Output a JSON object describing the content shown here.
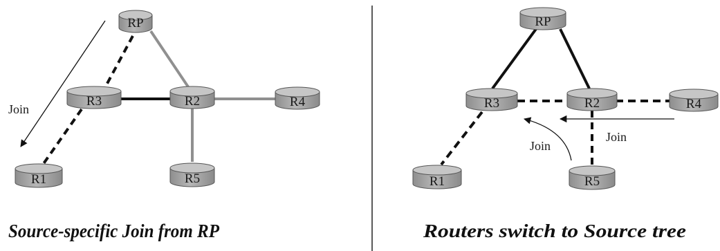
{
  "left_diagram": {
    "caption": "Source-specific Join from RP",
    "join_label": "Join",
    "nodes": {
      "rp": "RP",
      "r1": "R1",
      "r2": "R2",
      "r3": "R3",
      "r4": "R4",
      "r5": "R5"
    }
  },
  "right_diagram": {
    "caption": "Routers switch to Source tree",
    "join_label_left": "Join",
    "join_label_right": "Join",
    "nodes": {
      "rp": "RP",
      "r1": "R1",
      "r2": "R2",
      "r3": "R3",
      "r4": "R4",
      "r5": "R5"
    }
  },
  "colors": {
    "router_fill": "#a7a7a7",
    "router_top": "#c4c4c4",
    "solid_black": "#111111",
    "solid_gray": "#8f8f8f",
    "dashed": "#111111"
  }
}
